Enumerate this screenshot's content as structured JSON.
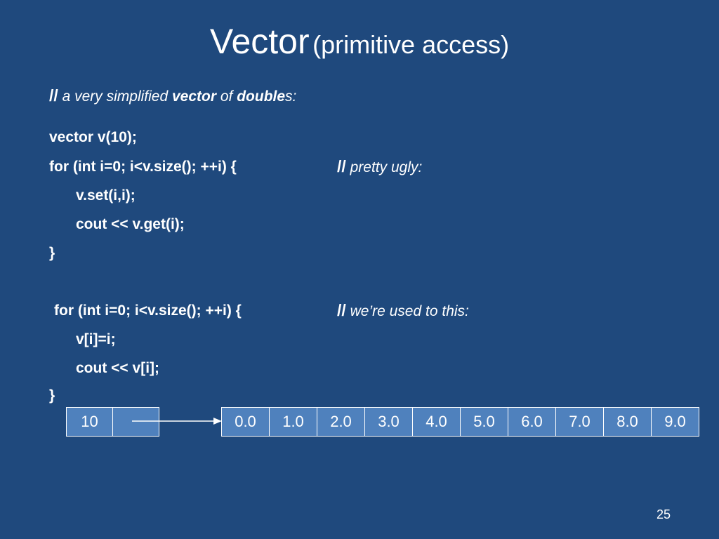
{
  "title": {
    "main": "Vector",
    "sub": "(primitive access)"
  },
  "intro_comment": {
    "slashes": "//",
    "p1": " a very simplified ",
    "vector": "vector",
    "p2": " of ",
    "doubles_bold": "double",
    "doubles_rest": "s:"
  },
  "code_block_1": [
    "vector v(10);",
    "for (int i=0; i<v.size(); ++i) {",
    "v.set(i,i);",
    "cout << v.get(i);",
    "}"
  ],
  "comment_1": {
    "slashes": "//",
    "text": " pretty ugly:"
  },
  "code_block_2": [
    "for (int i=0; i<v.size(); ++i) {",
    "v[i]=i;",
    "cout << v[i];",
    "}"
  ],
  "comment_2": {
    "slashes": "//",
    "text": " we’re used to this:"
  },
  "header_cells": [
    "10",
    ""
  ],
  "element_cells": [
    "0.0",
    "1.0",
    "2.0",
    "3.0",
    "4.0",
    "5.0",
    "6.0",
    "7.0",
    "8.0",
    "9.0"
  ],
  "slide_number": "25",
  "colors": {
    "background": "#1f497d",
    "cell_fill": "#4f81bd",
    "text": "#ffffff"
  }
}
